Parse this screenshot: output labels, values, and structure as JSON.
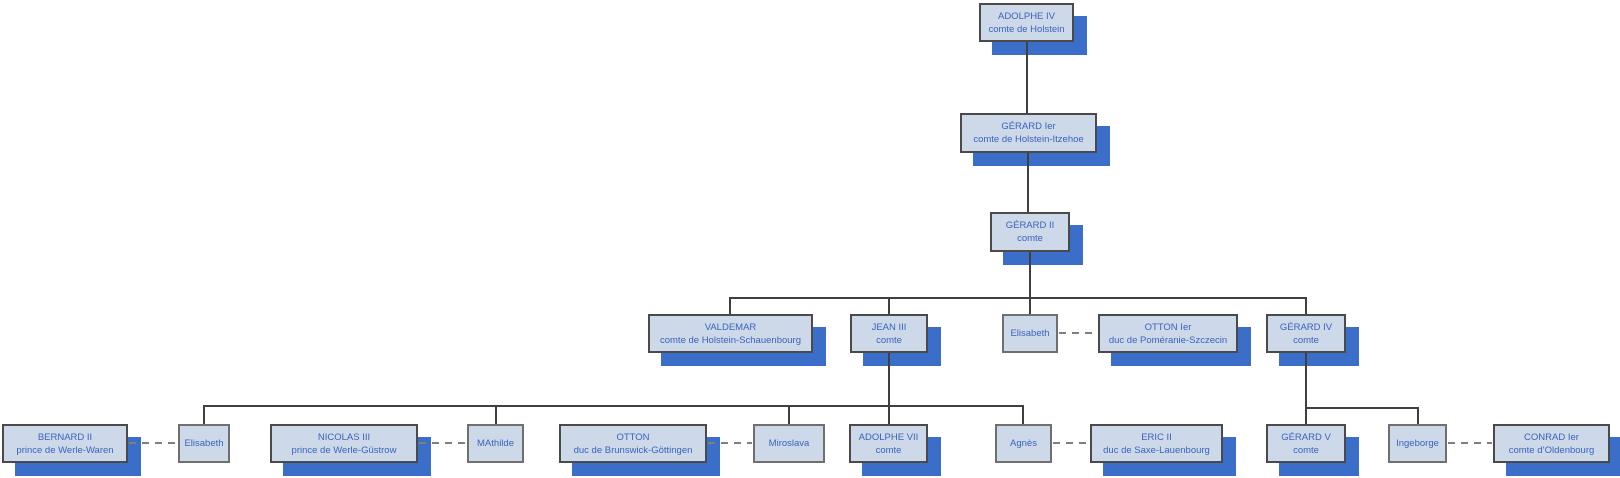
{
  "diagram": {
    "type": "genealogy-org-chart",
    "colors": {
      "box_fill": "#cdd9e8",
      "box_border_dark": "#4a4a4a",
      "box_border_light": "#6f6f6f",
      "shadow_blue": "#3a6ec9",
      "text_blue": "#3a63be",
      "line_solid": "#404040",
      "line_dashed": "#7f7f7f",
      "background": "#ffffff"
    },
    "nodes": [
      {
        "id": "adolphe-iv",
        "name": "ADOLPHE IV",
        "title": "comte de Holstein"
      },
      {
        "id": "gerard-ier",
        "name": "GÉRARD Ier",
        "title": "comte de Holstein-Itzehoe"
      },
      {
        "id": "gerard-ii",
        "name": "GÉRARD II",
        "title": "comte"
      },
      {
        "id": "valdemar",
        "name": "VALDEMAR",
        "title": "comte de Holstein-Schauenbourg"
      },
      {
        "id": "jean-iii",
        "name": "JEAN III",
        "title": "comte"
      },
      {
        "id": "elisabeth-1",
        "name": "Elisabeth",
        "title": ""
      },
      {
        "id": "otton-ier",
        "name": "OTTON Ier",
        "title": "duc de Poméranie-Szczecin"
      },
      {
        "id": "gerard-iv",
        "name": "GÉRARD IV",
        "title": "comte"
      },
      {
        "id": "bernard-ii",
        "name": "BERNARD II",
        "title": "prince de Werle-Waren"
      },
      {
        "id": "elisabeth-2",
        "name": "Elisabeth",
        "title": ""
      },
      {
        "id": "nicolas-iii",
        "name": "NICOLAS III",
        "title": "prince de Werle-Güstrow"
      },
      {
        "id": "mathilde",
        "name": "MAthilde",
        "title": ""
      },
      {
        "id": "otton",
        "name": "OTTON",
        "title": "duc de Brunswick-Göttingen"
      },
      {
        "id": "miroslava",
        "name": "Miroslava",
        "title": ""
      },
      {
        "id": "adolphe-vii",
        "name": "ADOLPHE VII",
        "title": "comte"
      },
      {
        "id": "agnes",
        "name": "Agnès",
        "title": ""
      },
      {
        "id": "eric-ii",
        "name": "ERIC II",
        "title": "duc de Saxe-Lauenbourg"
      },
      {
        "id": "gerard-v",
        "name": "GÉRARD V",
        "title": "comte"
      },
      {
        "id": "ingeborge",
        "name": "Ingeborge",
        "title": ""
      },
      {
        "id": "conrad-ier",
        "name": "CONRAD Ier",
        "title": "comte d’Oldenbourg"
      }
    ],
    "lineage": [
      {
        "parent": "ADOLPHE IV",
        "children": [
          "GÉRARD Ier"
        ]
      },
      {
        "parent": "GÉRARD Ier",
        "children": [
          "GÉRARD II"
        ]
      },
      {
        "parent": "GÉRARD II",
        "children": [
          "VALDEMAR",
          "JEAN III",
          "Elisabeth",
          "GÉRARD IV"
        ]
      },
      {
        "parent": "JEAN III",
        "children": [
          "Elisabeth",
          "MAthilde",
          "Miroslava",
          "ADOLPHE VII",
          "Agnès"
        ]
      },
      {
        "parent": "GÉRARD IV",
        "children": [
          "GÉRARD V",
          "Ingeborge"
        ]
      }
    ],
    "marriages": [
      [
        "Elisabeth",
        "OTTON Ier"
      ],
      [
        "BERNARD II",
        "Elisabeth"
      ],
      [
        "NICOLAS III",
        "MAthilde"
      ],
      [
        "OTTON",
        "Miroslava"
      ],
      [
        "Agnès",
        "ERIC II"
      ],
      [
        "Ingeborge",
        "CONRAD Ier"
      ]
    ]
  }
}
